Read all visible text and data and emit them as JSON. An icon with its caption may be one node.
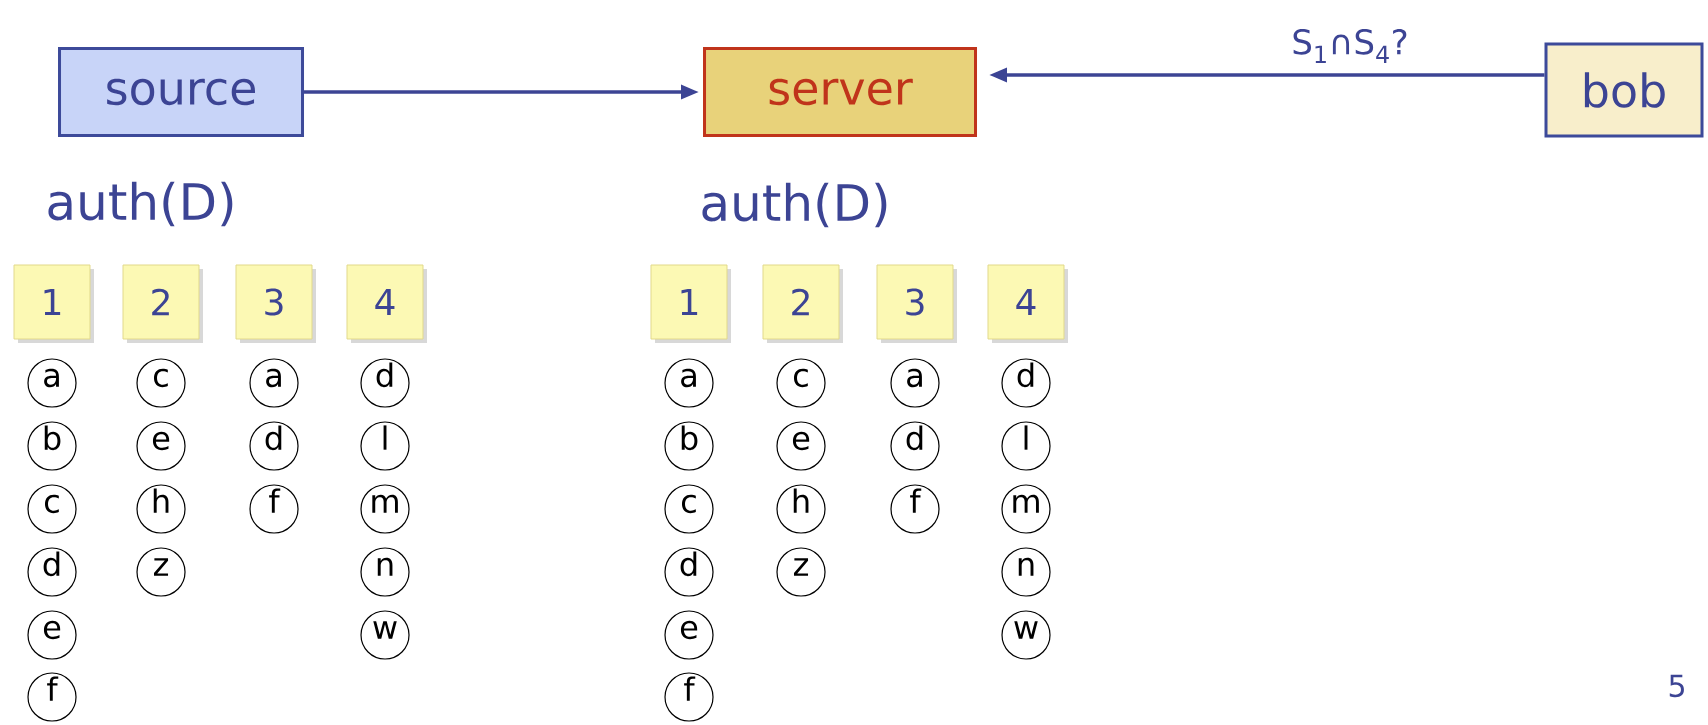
{
  "diagram": {
    "nodes": [
      {
        "text": [
          "source"
        ]
      },
      {
        "text": [
          "server"
        ]
      },
      {
        "text": [
          "bob"
        ]
      },
      {
        "text": [
          "1"
        ]
      },
      {
        "text": [
          "2"
        ]
      },
      {
        "text": [
          "3"
        ]
      },
      {
        "text": [
          "4"
        ]
      },
      {
        "text": [
          "a"
        ]
      },
      {
        "text": [
          "b"
        ]
      },
      {
        "text": [
          "c"
        ]
      },
      {
        "text": [
          "d"
        ]
      },
      {
        "text": [
          "e"
        ]
      },
      {
        "text": [
          "f"
        ]
      },
      {
        "text": [
          "c"
        ]
      },
      {
        "text": [
          "e"
        ]
      },
      {
        "text": [
          "h"
        ]
      },
      {
        "text": [
          "z"
        ]
      },
      {
        "text": [
          "a"
        ]
      },
      {
        "text": [
          "d"
        ]
      },
      {
        "text": [
          "f"
        ]
      },
      {
        "text": [
          "d"
        ]
      },
      {
        "text": [
          "l"
        ]
      },
      {
        "text": [
          "m"
        ]
      },
      {
        "text": [
          "n"
        ]
      },
      {
        "text": [
          "w"
        ]
      },
      {
        "text": [
          "1"
        ]
      },
      {
        "text": [
          "2"
        ]
      },
      {
        "text": [
          "3"
        ]
      },
      {
        "text": [
          "4"
        ]
      },
      {
        "text": [
          "a"
        ]
      },
      {
        "text": [
          "b"
        ]
      },
      {
        "text": [
          "c"
        ]
      },
      {
        "text": [
          "d"
        ]
      },
      {
        "text": [
          "e"
        ]
      },
      {
        "text": [
          "f"
        ]
      },
      {
        "text": [
          "c"
        ]
      },
      {
        "text": [
          "e"
        ]
      },
      {
        "text": [
          "h"
        ]
      },
      {
        "text": [
          "z"
        ]
      },
      {
        "text": [
          "a"
        ]
      },
      {
        "text": [
          "d"
        ]
      },
      {
        "text": [
          "f"
        ]
      },
      {
        "text": [
          "d"
        ]
      },
      {
        "text": [
          "l"
        ]
      },
      {
        "text": [
          "m"
        ]
      },
      {
        "text": [
          "n"
        ]
      },
      {
        "text": [
          "w"
        ]
      }
    ],
    "edges": [
      {
        "from": 0,
        "to": 1,
        "arrow": "to"
      },
      {
        "from": 2,
        "to": 1,
        "arrow": "to",
        "label": "S$_{1}$∩S$_{4}$?"
      }
    ],
    "labels": [
      "auth(D)",
      "auth(D)",
      "5"
    ]
  }
}
